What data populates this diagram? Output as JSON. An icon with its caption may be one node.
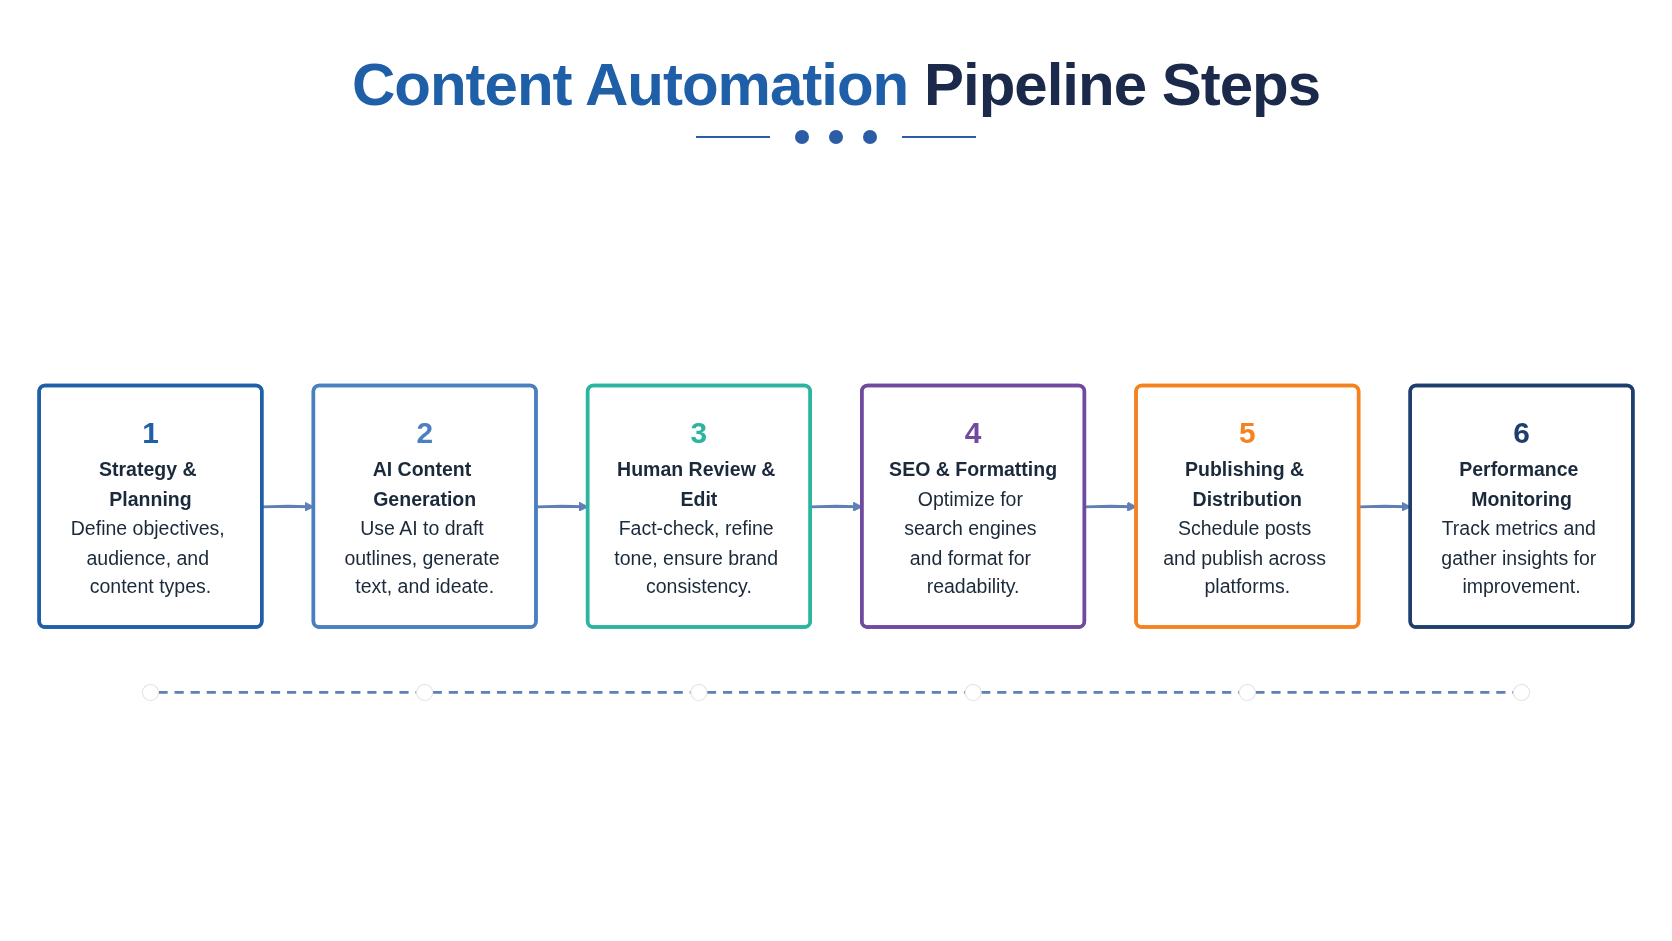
{
  "diagram": {
    "title": "Content Automation Pipeline Steps",
    "nodes": [
      {
        "text": [
          "1",
          "Strategy & Planning",
          "Define objectives, audience, and content types."
        ]
      },
      {
        "text": [
          "2",
          "AI Content Generation",
          "Use AI to draft outlines, generate text, and ideate."
        ]
      },
      {
        "text": [
          "3",
          "Human Review & Edit",
          "Fact-check, refine tone, ensure brand consistency."
        ]
      },
      {
        "text": [
          "4",
          "SEO & Formatting",
          "Optimize for search engines and format for readability."
        ]
      },
      {
        "text": [
          "5",
          "Publishing & Distribution",
          "Schedule posts and publish across platforms."
        ]
      },
      {
        "text": [
          "6",
          "Performance Monitoring",
          "Track metrics and gather insights for improvement."
        ]
      },
      {
        "text": [],
        "shape": "circle"
      },
      {
        "text": [],
        "shape": "circle"
      },
      {
        "text": [],
        "shape": "circle"
      },
      {
        "text": [],
        "shape": "circle"
      },
      {
        "text": [],
        "shape": "circle"
      },
      {
        "text": [],
        "shape": "circle"
      }
    ],
    "edges": [
      {
        "from": 0,
        "to": 1,
        "arrow": "to"
      },
      {
        "from": 1,
        "to": 2,
        "arrow": "to"
      },
      {
        "from": 2,
        "to": 3,
        "arrow": "to"
      },
      {
        "from": 3,
        "to": 4,
        "arrow": "to"
      },
      {
        "from": 4,
        "to": 5,
        "arrow": "to"
      },
      {
        "from": 6,
        "to": 7,
        "arrow": "none",
        "style": "dashed"
      },
      {
        "from": 7,
        "to": 8,
        "arrow": "none",
        "style": "dashed"
      },
      {
        "from": 8,
        "to": 9,
        "arrow": "none",
        "style": "dashed"
      },
      {
        "from": 9,
        "to": 10,
        "arrow": "none",
        "style": "dashed"
      },
      {
        "from": 10,
        "to": 11,
        "arrow": "none",
        "style": "dashed"
      }
    ]
  }
}
